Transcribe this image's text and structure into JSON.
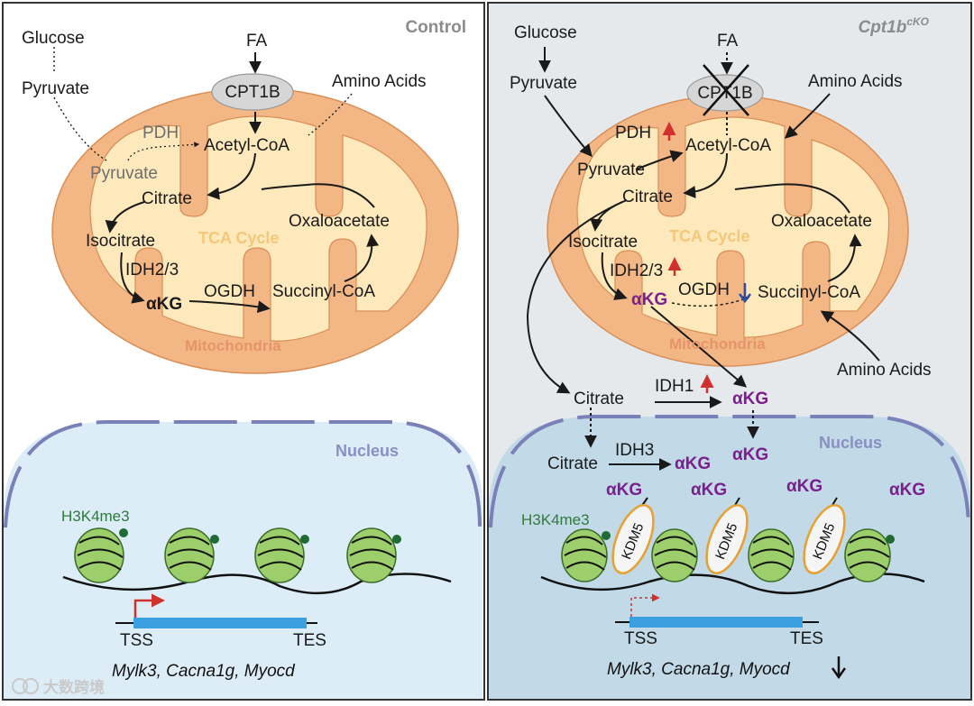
{
  "panels": {
    "control": {
      "title": "Control",
      "labels": {
        "glucose": "Glucose",
        "pyruvate_outside": "Pyruvate",
        "fa": "FA",
        "cpt1b": "CPT1B",
        "amino_acids": "Amino Acids",
        "pdh": "PDH",
        "pyruvate_inside": "Pyruvate",
        "acetyl_coa": "Acetyl-CoA",
        "citrate": "Citrate",
        "oxaloacetate": "Oxaloacetate",
        "isocitrate": "Isocitrate",
        "tca_cycle": "TCA Cycle",
        "idh23": "IDH2/3",
        "akg": "αKG",
        "ogdh": "OGDH",
        "succinyl_coa": "Succinyl-CoA",
        "mitochondria": "Mitochondria",
        "nucleus": "Nucleus",
        "h3k4me3": "H3K4me3",
        "tss": "TSS",
        "tes": "TES",
        "genes": "Mylk3, Cacna1g, Myocd"
      }
    },
    "cko": {
      "title_main": "Cpt1b",
      "title_sup": "cKO",
      "labels": {
        "glucose": "Glucose",
        "pyruvate_outside": "Pyruvate",
        "fa": "FA",
        "cpt1b": "CPT1B",
        "amino_acids_top": "Amino Acids",
        "pdh": "PDH",
        "pyruvate_inside": "Pyruvate",
        "acetyl_coa": "Acetyl-CoA",
        "citrate": "Citrate",
        "oxaloacetate": "Oxaloacetate",
        "isocitrate": "Isocitrate",
        "tca_cycle": "TCA Cycle",
        "idh23": "IDH2/3",
        "akg": "αKG",
        "ogdh": "OGDH",
        "succinyl_coa": "Succinyl-CoA",
        "mitochondria": "Mitochondria",
        "amino_acids_bottom": "Amino Acids",
        "citrate_cyto": "Citrate",
        "idh1": "IDH1",
        "akg_cyto": "αKG",
        "nucleus": "Nucleus",
        "citrate_nuc": "Citrate",
        "idh3": "IDH3",
        "akg_nuc1": "αKG",
        "akg_nuc2": "αKG",
        "akg_row": [
          "αKG",
          "αKG",
          "αKG",
          "αKG"
        ],
        "h3k4me3": "H3K4me3",
        "kdm5": "KDM5",
        "tss": "TSS",
        "tes": "TES",
        "genes": "Mylk3, Cacna1g, Myocd"
      }
    }
  },
  "watermark": "大数跨境",
  "colors": {
    "mito_outer": "#f3b685",
    "mito_inner": "#fde9bb",
    "nucleus_control": "#dcedf8",
    "nucleus_cko": "#c2d9e8",
    "envelope": "#7a80b8",
    "up_arrow": "#d0312d",
    "down_arrow": "#2e4ea3",
    "akg_purple": "#7a1f8c",
    "nucleosome": "#9ccf6b",
    "kdm5_ring": "#e8a030",
    "gene_bar": "#3aa0e0",
    "tss_arrow": "#d0312d"
  }
}
